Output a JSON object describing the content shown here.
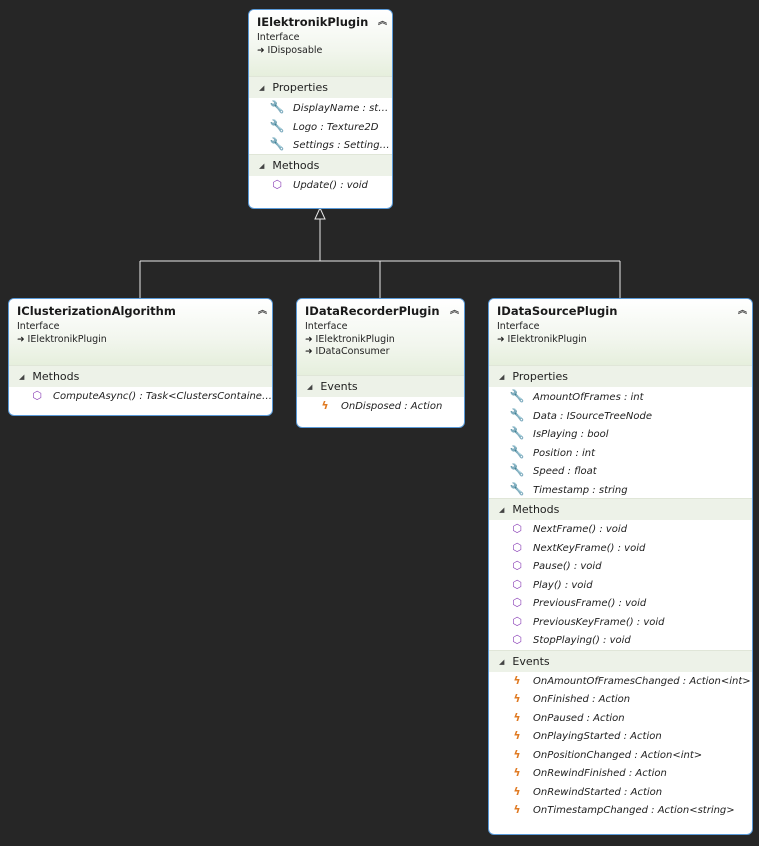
{
  "colors": {
    "background": "#262626",
    "border": "#5a9ad8",
    "method_icon": "#8a3fb7",
    "event_icon": "#e07a22"
  },
  "icons": {
    "property": "wrench-icon",
    "method": "cube-icon",
    "event": "lightning-icon",
    "inherit": "arrow-right-icon",
    "collapse": "double-chevron-up-icon",
    "section_toggle": "triangle-down-icon"
  },
  "classes": {
    "elektronik": {
      "name": "IElektronikPlugin",
      "stereotype": "Interface",
      "inherits": [
        "IDisposable"
      ],
      "sections": {
        "properties": {
          "label": "Properties",
          "items": [
            "DisplayName : stri...",
            "Logo : Texture2D",
            "Settings : Settings..."
          ]
        },
        "methods": {
          "label": "Methods",
          "items": [
            "Update() : void"
          ]
        }
      }
    },
    "clusterization": {
      "name": "IClusterizationAlgorithm",
      "stereotype": "Interface",
      "inherits": [
        "IElektronikPlugin"
      ],
      "sections": {
        "methods": {
          "label": "Methods",
          "items": [
            "ComputeAsync() : Task<ClustersContainer>"
          ]
        }
      }
    },
    "recorder": {
      "name": "IDataRecorderPlugin",
      "stereotype": "Interface",
      "inherits": [
        "IElektronikPlugin",
        "IDataConsumer"
      ],
      "sections": {
        "events": {
          "label": "Events",
          "items": [
            "OnDisposed : Action"
          ]
        }
      }
    },
    "source": {
      "name": "IDataSourcePlugin",
      "stereotype": "Interface",
      "inherits": [
        "IElektronikPlugin"
      ],
      "sections": {
        "properties": {
          "label": "Properties",
          "items": [
            "AmountOfFrames : int",
            "Data : ISourceTreeNode",
            "IsPlaying : bool",
            "Position : int",
            "Speed : float",
            "Timestamp : string"
          ]
        },
        "methods": {
          "label": "Methods",
          "items": [
            "NextFrame() : void",
            "NextKeyFrame() : void",
            "Pause() : void",
            "Play() : void",
            "PreviousFrame() : void",
            "PreviousKeyFrame() : void",
            "StopPlaying() : void"
          ]
        },
        "events": {
          "label": "Events",
          "items": [
            "OnAmountOfFramesChanged : Action<int>",
            "OnFinished : Action",
            "OnPaused : Action",
            "OnPlayingStarted : Action",
            "OnPositionChanged : Action<int>",
            "OnRewindFinished : Action",
            "OnRewindStarted : Action",
            "OnTimestampChanged : Action<string>"
          ]
        }
      }
    }
  }
}
